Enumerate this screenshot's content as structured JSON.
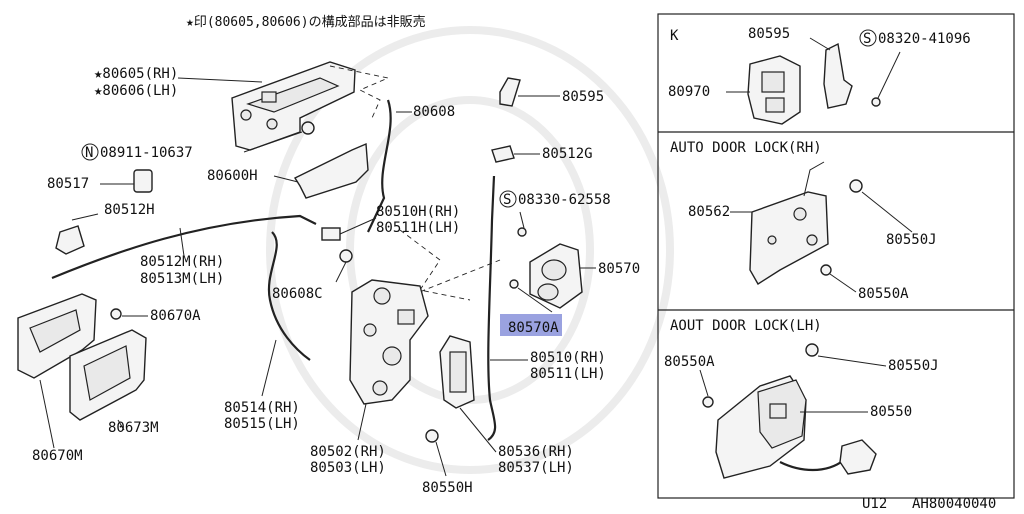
{
  "header_note": "★印(80605,80606)の構成部品は非販売",
  "footer": {
    "left": "U12",
    "right": "AH80040040"
  },
  "main_labels": {
    "l80605": "★80605(RH)",
    "l80606": "★80606(LH)",
    "l80608": "80608",
    "l08911": "08911-10637",
    "l08911_prefix": "N",
    "l80517": "80517",
    "l80600H": "80600H",
    "l80595": "80595",
    "l80512G": "80512G",
    "l08330": "08330-62558",
    "l08330_prefix": "S",
    "l80512H": "80512H",
    "l80510H": "80510H(RH)",
    "l80511H": "80511H(LH)",
    "l80512M": "80512M(RH)",
    "l80513M": "80513M(LH)",
    "l80570": "80570",
    "l80570A": "80570A",
    "l80608C": "80608C",
    "l80670A": "80670A",
    "l80510": "80510(RH)",
    "l80511": "80511(LH)",
    "l80514": "80514(RH)",
    "l80515": "80515(LH)",
    "l80673M": "80673M",
    "l80670M": "80670M",
    "l80502": "80502(RH)",
    "l80503": "80503(LH)",
    "l80536": "80536(RH)",
    "l80537": "80537(LH)",
    "l80550H": "80550H"
  },
  "panel_k": {
    "title": "K",
    "l80595": "80595",
    "l08320": "08320-41096",
    "l08320_prefix": "S",
    "l80970": "80970"
  },
  "panel_rh": {
    "title": "AUTO DOOR LOCK(RH)",
    "l80562": "80562",
    "l80550J": "80550J",
    "l80550A": "80550A"
  },
  "panel_lh": {
    "title": "AOUT DOOR LOCK(LH)",
    "l80550A": "80550A",
    "l80550J": "80550J",
    "l80550": "80550"
  },
  "colors": {
    "highlight": "#9aa2e0",
    "line": "#222222"
  }
}
